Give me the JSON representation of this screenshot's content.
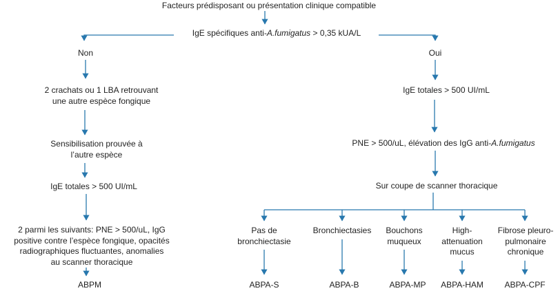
{
  "palette": {
    "line": "#2878AE",
    "text": "#1F1F1F",
    "background": "#FFFFFF"
  },
  "flowchart": {
    "title": "Facteurs prédisposant ou présentation clinique compatible",
    "ige_test": {
      "pre": "IgE spécifiques anti-",
      "species": "A.fumigatus",
      "post": " > 0,35 kUA/L"
    },
    "no_label": "Non",
    "yes_label": "Oui",
    "left_branch": {
      "step_sputum": {
        "line1": "2 crachats ou 1 LBA retrouvant",
        "line2": "une autre espèce fongique"
      },
      "step_sensitization": {
        "line1": "Sensibilisation prouvée à",
        "line2": "l’autre espèce"
      },
      "step_ige_total": "IgE totales > 500 UI/mL",
      "step_criteria": {
        "line1": "2 parmi les suivants: PNE > 500/uL, IgG",
        "line2": "positive contre l’espèce fongique, opacités",
        "line3": "radiographiques fluctuantes, anomalies",
        "line4": "au scanner thoracique"
      },
      "result": "ABPM"
    },
    "right_branch": {
      "step_ige_total": "IgE totales > 500 UI/mL",
      "step_pne": {
        "pre": "PNE > 500/uL, élévation des IgG anti-",
        "species": "A.fumigatus"
      },
      "step_ct": "Sur coupe de scanner thoracique",
      "branches": [
        {
          "label_lines": [
            "Pas de",
            "bronchiectasie"
          ],
          "result": "ABPA-S"
        },
        {
          "label_lines": [
            "Bronchiectasies"
          ],
          "result": "ABPA-B"
        },
        {
          "label_lines": [
            "Bouchons",
            "muqueux"
          ],
          "result": "ABPA-MP"
        },
        {
          "label_lines": [
            "High-",
            "attenuation",
            "mucus"
          ],
          "result": "ABPA-HAM"
        },
        {
          "label_lines": [
            "Fibrose pleuro-",
            "pulmonaire",
            "chronique"
          ],
          "result": "ABPA-CPF"
        }
      ]
    }
  }
}
